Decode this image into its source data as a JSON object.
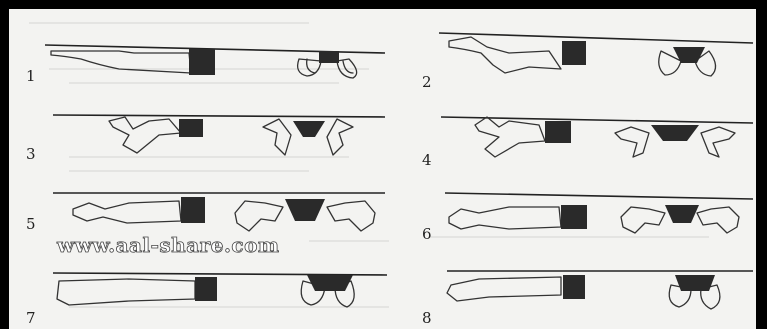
{
  "figure": {
    "watermark": "www.aal-share.com",
    "phases": [
      {
        "number": "1"
      },
      {
        "number": "2"
      },
      {
        "number": "3"
      },
      {
        "number": "4"
      },
      {
        "number": "5"
      },
      {
        "number": "6"
      },
      {
        "number": "7"
      },
      {
        "number": "8"
      }
    ]
  }
}
